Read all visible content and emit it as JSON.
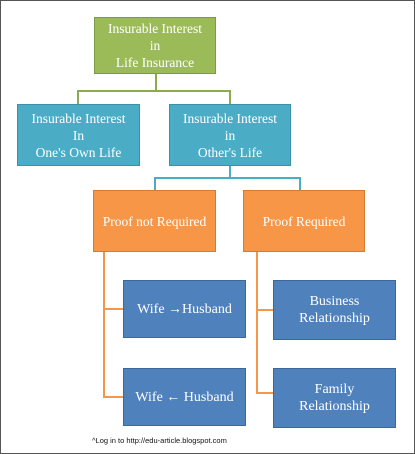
{
  "nodes": {
    "root": "Insurable Interest\nin\nLife Insurance",
    "own_life": "Insurable Interest\nIn\nOne's Own Life",
    "others_life": "Insurable Interest\nin\nOther's Life",
    "proof_not_required": "Proof not Required",
    "proof_required": "Proof Required",
    "wife_to_husband": "Wife →Husband",
    "wife_from_husband": "Wife ← Husband",
    "business_relationship": "Business\nRelationship",
    "family_relationship": "Family\nRelationship"
  },
  "footer": {
    "caption": "^Log in to http://edu-article.blogspot.com"
  },
  "colors": {
    "green": "#9bbb59",
    "teal": "#4bacc6",
    "orange": "#f79646",
    "blue": "#4f81bd",
    "connector_green": "#8aab4e",
    "connector_teal": "#4bacc6",
    "connector_orange": "#f79646"
  }
}
